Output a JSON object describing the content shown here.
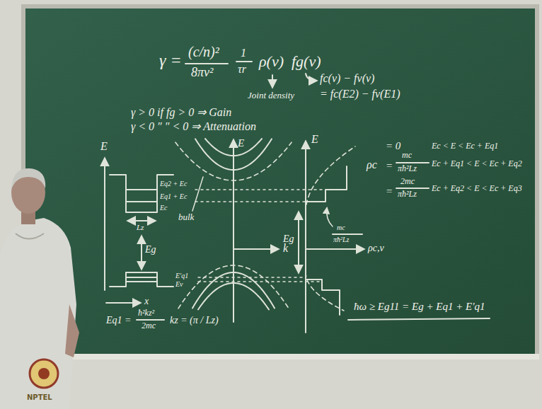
{
  "diagram": {
    "labels": [
      "γ =",
      "(c/n)²",
      "8πν²",
      "1",
      "τr",
      "ρ(ν)",
      "fg(ν)",
      "Joint density",
      "fc(ν) − fv(ν)",
      "= fc(E2) − fv(E1)",
      "γ > 0 if fg > 0 ⇒ Gain",
      "γ < 0 ″ ″ < 0 ⇒ Attenuation",
      "E",
      "Eq2 + Ec",
      "Eq1 + Ec",
      "Ec",
      "Lz",
      "Eg",
      "E'q1",
      "Ev",
      "x",
      "Eq1 =",
      "ħ²kz²",
      "2mc",
      "kz = (π / Lz)",
      "E",
      "bulk",
      "k",
      "E",
      "Eg",
      "ρc,v",
      "mc",
      "πħ²Lz",
      "ħω ≥ Eg11 = Eg + Eq1 + E'q1",
      "= 0",
      "Ec < E < Ec + Eq1",
      "ρc",
      "=",
      "mc",
      "πħ²Lz",
      "Ec + Eq1 < E < Ec + Eq2",
      "=",
      "2mc",
      "πħ²Lz",
      "Ec + Eq2 < E < Ec + Eq3",
      "NPTEL"
    ]
  }
}
